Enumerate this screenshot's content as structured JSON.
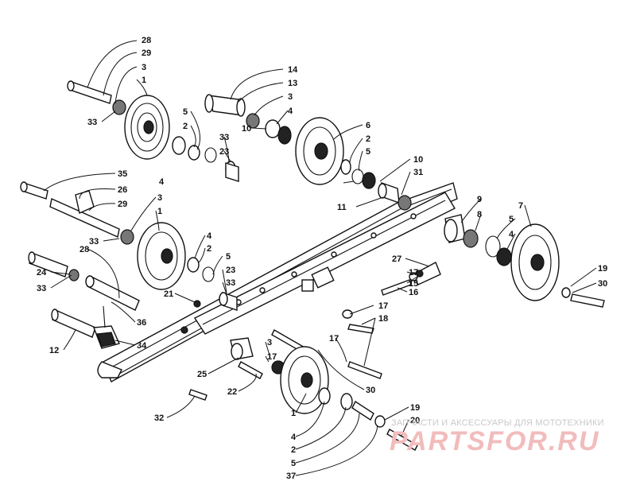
{
  "callouts": [
    {
      "id": "c1",
      "label": "28"
    },
    {
      "id": "c2",
      "label": "29"
    },
    {
      "id": "c3",
      "label": "3"
    },
    {
      "id": "c4",
      "label": "1"
    },
    {
      "id": "c5",
      "label": "33"
    },
    {
      "id": "c6",
      "label": "14"
    },
    {
      "id": "c7",
      "label": "13"
    },
    {
      "id": "c8",
      "label": "3"
    },
    {
      "id": "c9",
      "label": "4"
    },
    {
      "id": "c10",
      "label": "10"
    },
    {
      "id": "c11",
      "label": "5"
    },
    {
      "id": "c12",
      "label": "2"
    },
    {
      "id": "c13",
      "label": "33"
    },
    {
      "id": "c14",
      "label": "23"
    },
    {
      "id": "c15",
      "label": "6"
    },
    {
      "id": "c16",
      "label": "2"
    },
    {
      "id": "c17",
      "label": "5"
    },
    {
      "id": "c18",
      "label": "10"
    },
    {
      "id": "c19",
      "label": "31"
    },
    {
      "id": "c20",
      "label": "4"
    },
    {
      "id": "c21",
      "label": "35"
    },
    {
      "id": "c22",
      "label": "26"
    },
    {
      "id": "c23",
      "label": "29"
    },
    {
      "id": "c24",
      "label": "3"
    },
    {
      "id": "c25",
      "label": "1"
    },
    {
      "id": "c26",
      "label": "11"
    },
    {
      "id": "c27",
      "label": "9"
    },
    {
      "id": "c28",
      "label": "7"
    },
    {
      "id": "c29",
      "label": "8"
    },
    {
      "id": "c30",
      "label": "5"
    },
    {
      "id": "c31",
      "label": "4"
    },
    {
      "id": "c32",
      "label": "33"
    },
    {
      "id": "c33",
      "label": "4"
    },
    {
      "id": "c34",
      "label": "2"
    },
    {
      "id": "c35",
      "label": "24"
    },
    {
      "id": "c36",
      "label": "28"
    },
    {
      "id": "c37",
      "label": "5"
    },
    {
      "id": "c38",
      "label": "23"
    },
    {
      "id": "c39",
      "label": "33"
    },
    {
      "id": "c40",
      "label": "33"
    },
    {
      "id": "c41",
      "label": "27"
    },
    {
      "id": "c42",
      "label": "17"
    },
    {
      "id": "c43",
      "label": "15"
    },
    {
      "id": "c44",
      "label": "16"
    },
    {
      "id": "c45",
      "label": "19"
    },
    {
      "id": "c46",
      "label": "30"
    },
    {
      "id": "c47",
      "label": "21"
    },
    {
      "id": "c48",
      "label": "36"
    },
    {
      "id": "c49",
      "label": "17"
    },
    {
      "id": "c50",
      "label": "18"
    },
    {
      "id": "c51",
      "label": "12"
    },
    {
      "id": "c52",
      "label": "34"
    },
    {
      "id": "c53",
      "label": "3"
    },
    {
      "id": "c54",
      "label": "17"
    },
    {
      "id": "c55",
      "label": "17"
    },
    {
      "id": "c56",
      "label": "25"
    },
    {
      "id": "c57",
      "label": "22"
    },
    {
      "id": "c58",
      "label": "30"
    },
    {
      "id": "c59",
      "label": "32"
    },
    {
      "id": "c60",
      "label": "1"
    },
    {
      "id": "c61",
      "label": "4"
    },
    {
      "id": "c62",
      "label": "2"
    },
    {
      "id": "c63",
      "label": "5"
    },
    {
      "id": "c64",
      "label": "37"
    },
    {
      "id": "c65",
      "label": "19"
    },
    {
      "id": "c66",
      "label": "20"
    }
  ],
  "watermark": {
    "caption": "ЗАПЧАСТИ И АКСЕССУАРЫ ДЛЯ МОТОТЕХНИКИ",
    "logo": "PARTSFOR.RU"
  }
}
